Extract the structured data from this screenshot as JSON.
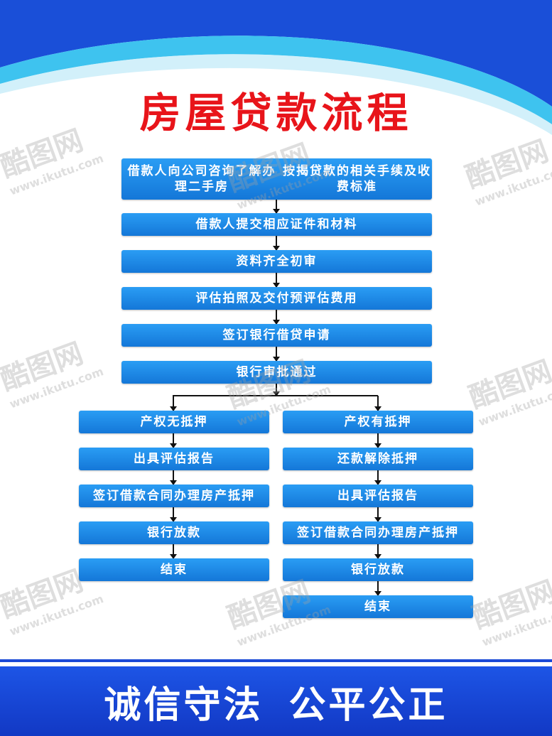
{
  "title": "房屋贷款流程",
  "main_steps": [
    {
      "line1": "借款人向公司咨询了解办理二手房",
      "line2": "按揭贷款的相关手续及收费标准"
    },
    {
      "line1": "借款人提交相应证件和材料",
      "line2": ""
    },
    {
      "line1": "资料齐全初审",
      "line2": ""
    },
    {
      "line1": "评估拍照及交付预评估费用",
      "line2": ""
    },
    {
      "line1": "签订银行借贷申请",
      "line2": ""
    },
    {
      "line1": "银行审批通过",
      "line2": ""
    }
  ],
  "left_branch": [
    "产权无抵押",
    "出具评估报告",
    "签订借款合同办理房产抵押",
    "银行放款",
    "结束"
  ],
  "right_branch": [
    "产权有抵押",
    "还款解除抵押",
    "出具评估报告",
    "签订借款合同办理房产抵押",
    "银行放款",
    "结束"
  ],
  "watermark": {
    "big": "酷图网",
    "small": "www.ikutu.com"
  },
  "footer": {
    "left": "诚信守法",
    "right": "公平公正"
  },
  "colors": {
    "accent": "#1a77d8",
    "title": "#e8141a",
    "footer": "#1a49d6"
  }
}
